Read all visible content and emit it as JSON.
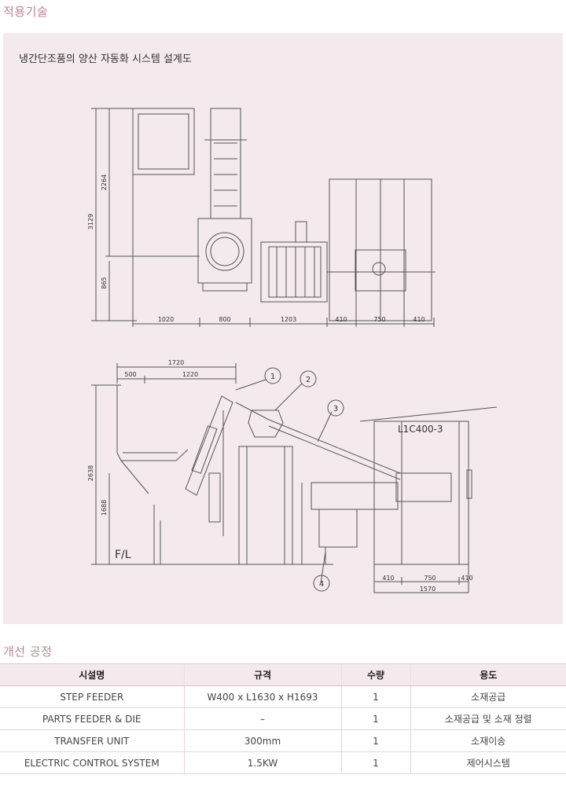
{
  "sections": {
    "applied_tech": "적용기술",
    "improved_process": "개선 공정"
  },
  "drawing": {
    "caption": "냉간단조품의 양산 자동화 시스템 설계도",
    "top_view": {
      "dims_vertical": [
        "3129",
        "2264",
        "865"
      ],
      "dims_horizontal": [
        "1020",
        "800",
        "1203",
        "410",
        "750",
        "410"
      ]
    },
    "side_view": {
      "dims_top": [
        "1720",
        "500",
        "1220"
      ],
      "dims_vertical": [
        "2638",
        "1688"
      ],
      "dims_bottom": [
        "410",
        "750",
        "410",
        "1570"
      ],
      "model_label": "L1C400-3",
      "floor_label": "F/L",
      "callouts": [
        "1",
        "2",
        "3",
        "4"
      ]
    }
  },
  "table": {
    "headers": [
      "시설명",
      "규격",
      "수량",
      "용도"
    ],
    "rows": [
      [
        "STEP FEEDER",
        "W400 x L1630 x H1693",
        "1",
        "소재공급"
      ],
      [
        "PARTS FEEDER & DIE",
        "–",
        "1",
        "소재공급 및 소재 정렬"
      ],
      [
        "TRANSFER UNIT",
        "300mm",
        "1",
        "소재이송"
      ],
      [
        "ELECTRIC CONTROL SYSTEM",
        "1.5KW",
        "1",
        "제어시스템"
      ]
    ]
  }
}
